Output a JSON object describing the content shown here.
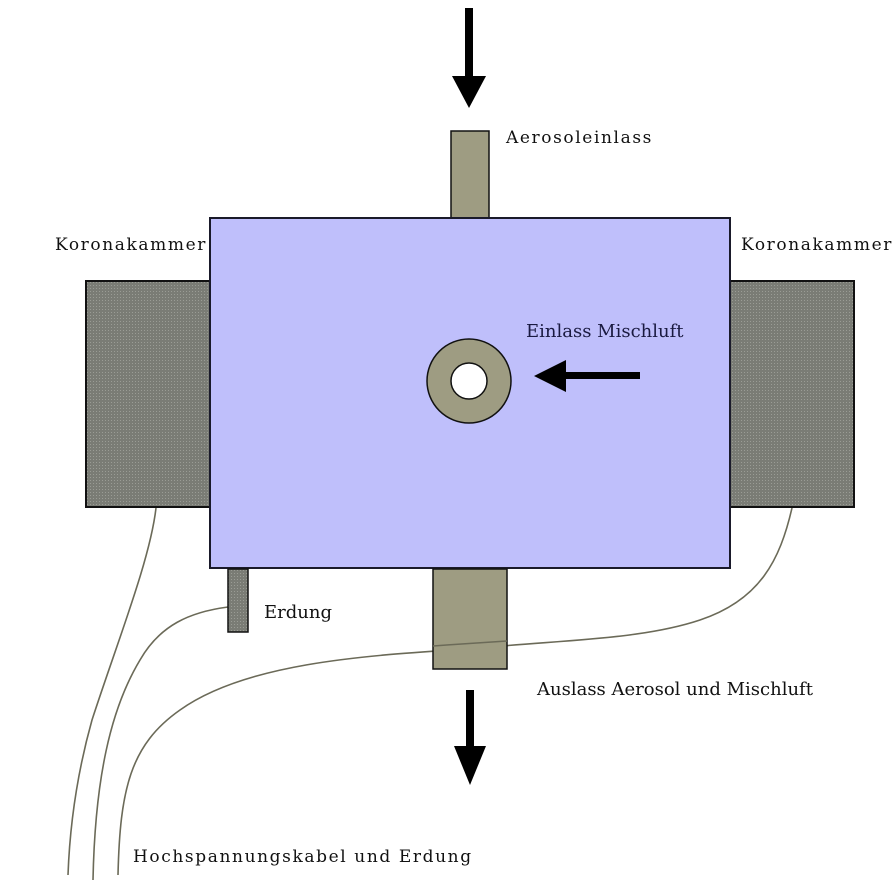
{
  "diagram": {
    "title": "",
    "labels": {
      "aerosol_inlet": "Aerosoleinlass",
      "corona_chamber_left": "Koronakammer",
      "corona_chamber_right": "Koronakammer",
      "mixing_air_inlet": "Einlass Mischluft",
      "grounding": "Erdung",
      "outlet": "Auslass Aerosol und Mischluft",
      "cables": "Hochspannungskabel und Erdung"
    },
    "colors": {
      "main_chamber": "#bfbffb",
      "pipe": "#9e9c82",
      "corona_chamber": "#7d7f78",
      "cable": "#6b6a58",
      "arrow": "#000000",
      "outline": "#1a1a2a"
    },
    "components": [
      {
        "id": "main-chamber",
        "label": ""
      },
      {
        "id": "aerosol-inlet-pipe",
        "label": "Aerosoleinlass"
      },
      {
        "id": "outlet-pipe",
        "label": "Auslass Aerosol und Mischluft"
      },
      {
        "id": "corona-chamber-left",
        "label": "Koronakammer"
      },
      {
        "id": "corona-chamber-right",
        "label": "Koronakammer"
      },
      {
        "id": "mixing-air-inlet",
        "label": "Einlass Mischluft"
      },
      {
        "id": "grounding-electrode",
        "label": "Erdung"
      }
    ],
    "flows": [
      {
        "id": "inflow-arrow",
        "direction": "down",
        "target": "aerosol-inlet-pipe"
      },
      {
        "id": "mixing-air-arrow",
        "direction": "left",
        "target": "mixing-air-inlet"
      },
      {
        "id": "outflow-arrow",
        "direction": "down",
        "source": "outlet-pipe"
      }
    ]
  }
}
